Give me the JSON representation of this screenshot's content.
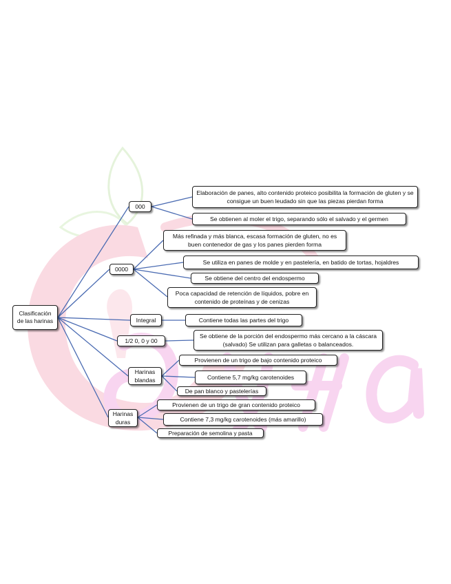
{
  "watermark": {
    "brand_colors": [
      "#f7c3cf",
      "#f5b4e6",
      "#c9e6b5"
    ]
  },
  "root": {
    "label": "Clasificación de las harinas"
  },
  "categories": [
    {
      "key": "000",
      "label": "000",
      "details": [
        "Elaboración de panes, alto contenido proteico posibilita la formación de gluten y se consigue un buen leudado sin que las piezas pierdan forma",
        "Se obtienen al moler el trigo, separando sólo el salvado y el germen"
      ]
    },
    {
      "key": "0000",
      "label": "0000",
      "details": [
        "Más refinada y más blanca, escasa formación de gluten, no es buen contenedor de gas y los panes pierden forma",
        "Se utiliza en panes de molde y en pastelería, en batido de tortas, hojaldres",
        "Se obtiene del centro del endospermo",
        "Poca capacidad de retención de líquidos, pobre en contenido de proteínas y de cenizas"
      ]
    },
    {
      "key": "integral",
      "label": "Integral",
      "details": [
        "Contiene todas las partes del trigo"
      ]
    },
    {
      "key": "mezcla",
      "label": "1/2 0, 0 y 00",
      "details": [
        "Se obtiene de la porción del endospermo más cercano a la cáscara (salvado) Se utilizan para galletas o balanceados."
      ]
    },
    {
      "key": "blandas",
      "label": "Harinas blandas",
      "details": [
        "Provienen de un trigo de bajo contenido proteico",
        "Contiene 5,7 mg/kg carotenoides",
        "De pan blanco y pastelerías"
      ]
    },
    {
      "key": "duras",
      "label": "Harinas duras",
      "details": [
        "Provienen de un trigo de gran contenido proteico",
        "Contiene 7,3 mg/kg carotenoides (más amarillo)",
        "Preparación de semolina y pasta"
      ]
    }
  ]
}
